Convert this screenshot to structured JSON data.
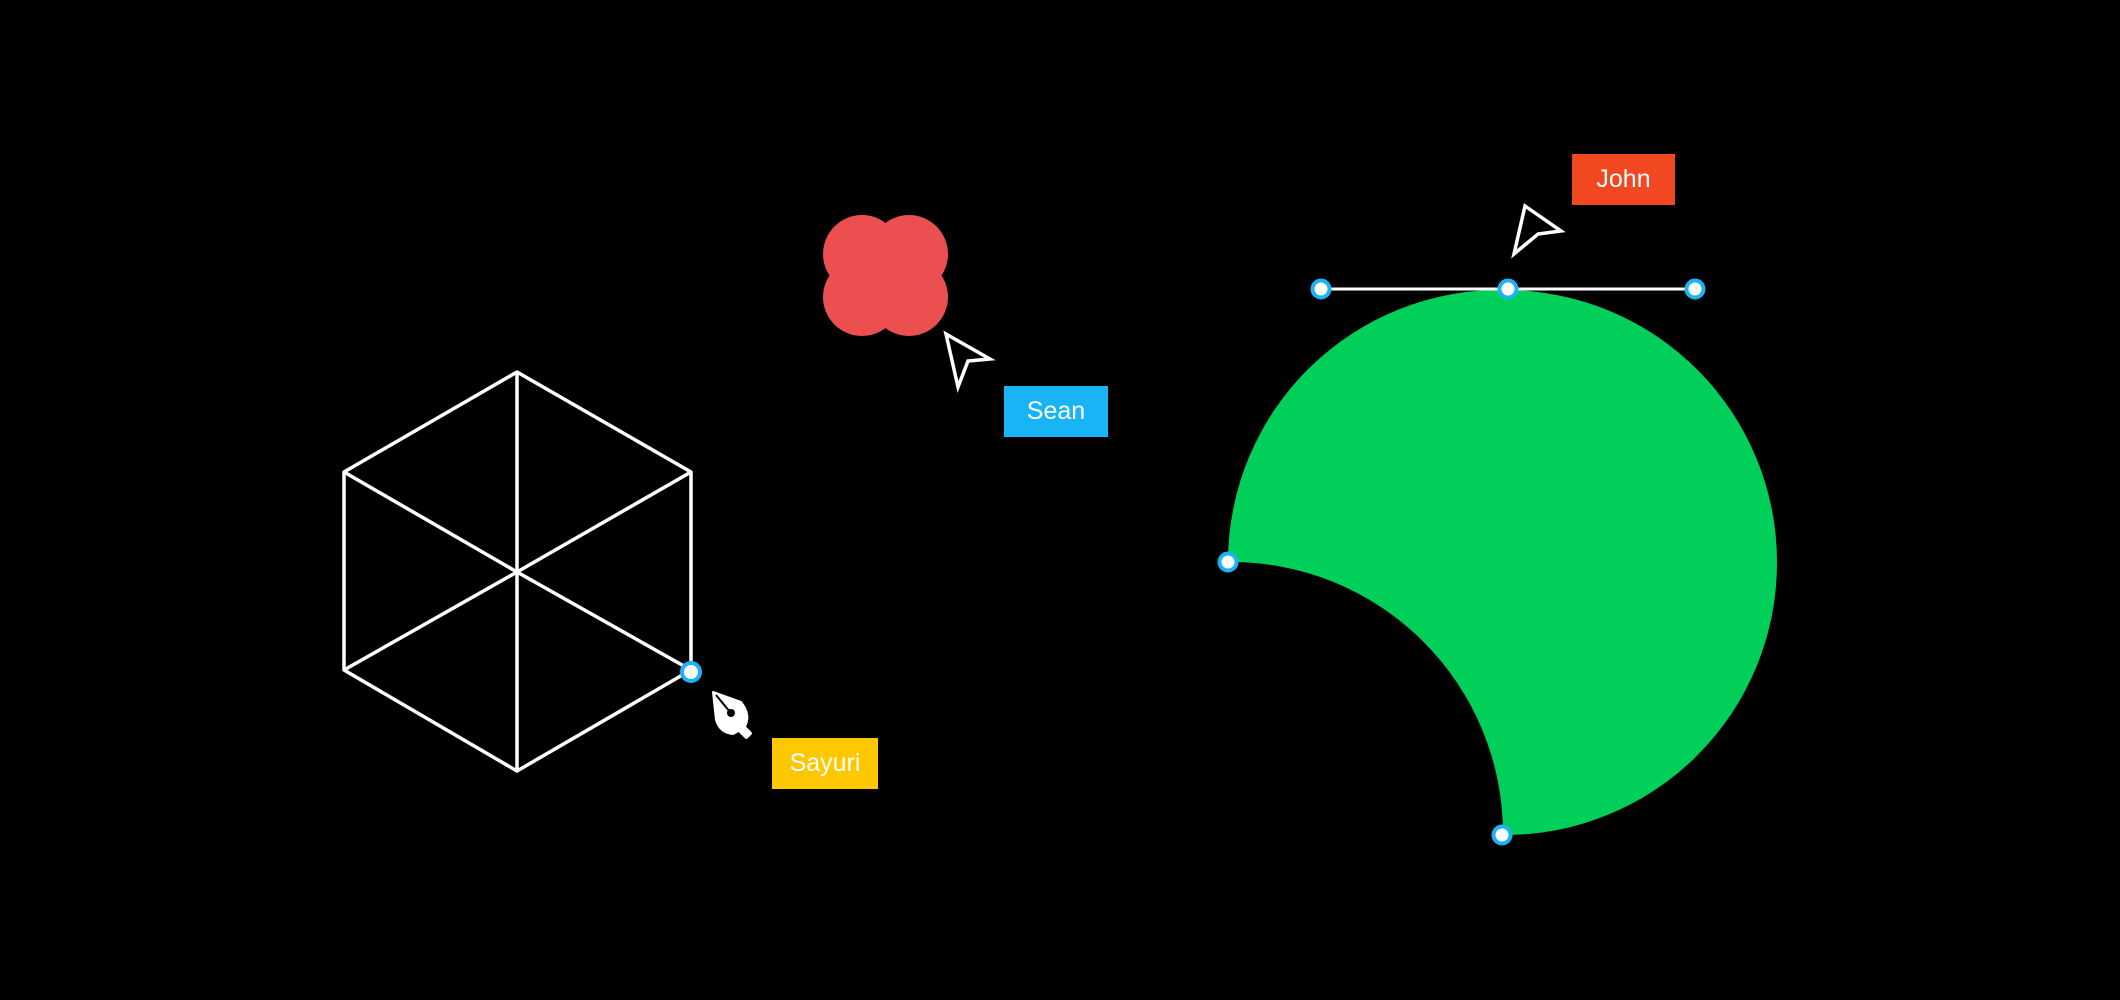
{
  "canvas": {
    "background": "#000000"
  },
  "shapes": {
    "cube": {
      "stroke": "#ffffff"
    },
    "clover": {
      "fill": "#EB4F4F"
    },
    "bezier_shape": {
      "fill": "#00CF5A"
    },
    "anchor_point": {
      "fill": "#ffffff",
      "stroke": "#1BB3F5"
    },
    "handle_line": {
      "stroke": "#ffffff"
    }
  },
  "cursors": {
    "john": {
      "icon": "arrow-cursor-icon",
      "color": "#ffffff"
    },
    "sean": {
      "icon": "arrow-cursor-icon",
      "color": "#ffffff"
    },
    "sayuri": {
      "icon": "pen-tool-icon",
      "color": "#ffffff"
    }
  },
  "collaborators": {
    "john": {
      "name": "John",
      "color": "#F24822"
    },
    "sean": {
      "name": "Sean",
      "color": "#18B4F5"
    },
    "sayuri": {
      "name": "Sayuri",
      "color": "#FFC700"
    }
  }
}
